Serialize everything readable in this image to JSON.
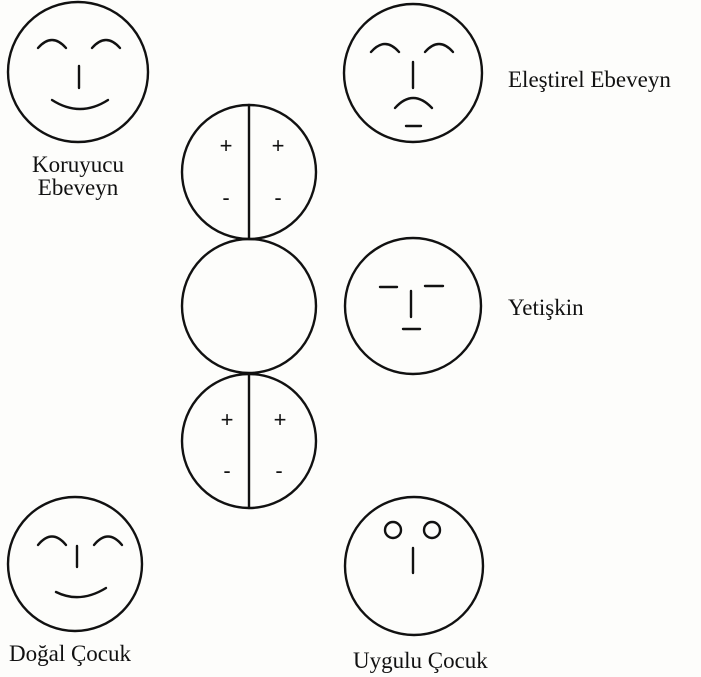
{
  "faces": {
    "koruyucu_ebeveyn": {
      "label_line1": "Koruyucu",
      "label_line2": "Ebeveyn",
      "expression": "smiling"
    },
    "elestirel_ebeveyn": {
      "label": "Eleştirel Ebeveyn",
      "expression": "frowning"
    },
    "yetiskin": {
      "label": "Yetişkin",
      "expression": "neutral"
    },
    "dogal_cocuk": {
      "label": "Doğal Çocuk",
      "expression": "smiling"
    },
    "uygulu_cocuk": {
      "label": "Uygulu Çocuk",
      "expression": "surprised"
    }
  },
  "ego_states": {
    "parent": {
      "plus_left": "+",
      "plus_right": "+",
      "minus_left": "-",
      "minus_right": "-"
    },
    "child": {
      "plus_left": "+",
      "plus_right": "+",
      "minus_left": "-",
      "minus_right": "-"
    }
  },
  "colors": {
    "stroke": "#111111",
    "background": "#fdfdfb"
  }
}
